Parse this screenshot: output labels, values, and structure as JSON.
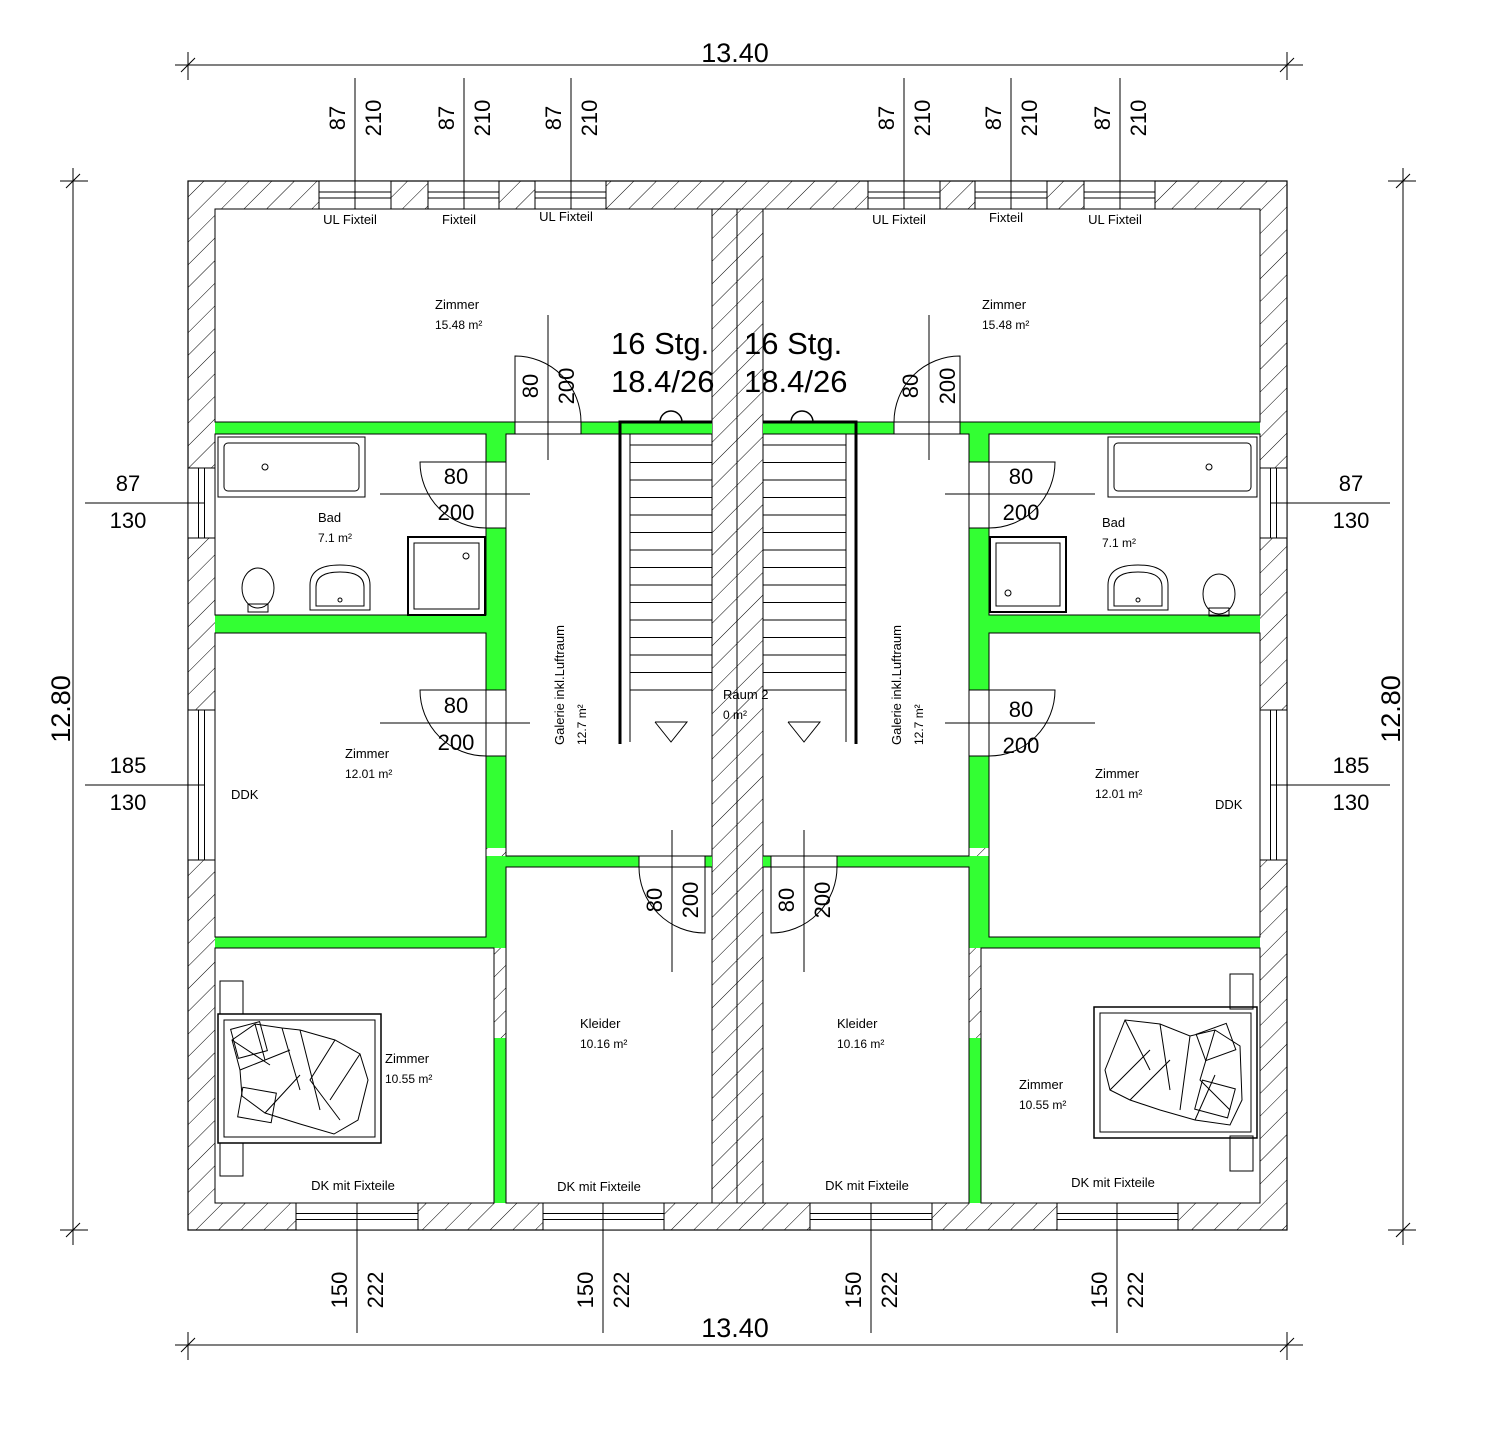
{
  "colors": {
    "wall_hatch": "#000000",
    "interior_wall": "#33ff33",
    "background": "#ffffff"
  },
  "dimensions": {
    "overall_width": "13.40",
    "overall_depth": "12.80"
  },
  "top_windows": [
    {
      "a": "87",
      "b": "210",
      "label": "UL Fixteil"
    },
    {
      "a": "87",
      "b": "210",
      "label": "Fixteil"
    },
    {
      "a": "87",
      "b": "210",
      "label": "UL Fixteil"
    },
    {
      "a": "87",
      "b": "210",
      "label": "UL Fixteil"
    },
    {
      "a": "87",
      "b": "210",
      "label": "Fixteil"
    },
    {
      "a": "87",
      "b": "210",
      "label": "UL Fixteil"
    }
  ],
  "bottom_windows": [
    {
      "a": "150",
      "b": "222",
      "label": "DK mit Fixteile"
    },
    {
      "a": "150",
      "b": "222",
      "label": "DK mit Fixteile"
    },
    {
      "a": "150",
      "b": "222",
      "label": "DK mit Fixteile"
    },
    {
      "a": "150",
      "b": "222",
      "label": "DK mit Fixteile"
    }
  ],
  "side_windows": [
    {
      "a": "87",
      "b": "130"
    },
    {
      "a": "185",
      "b": "130"
    },
    {
      "a": "87",
      "b": "130"
    },
    {
      "a": "185",
      "b": "130"
    }
  ],
  "ddk_label": "DDK",
  "stairs": {
    "steps": "16 Stg.",
    "ratio": "18.4/26"
  },
  "center_room": {
    "name": "Raum 2",
    "area": "0 m²"
  },
  "rooms": {
    "left_top": {
      "name": "Zimmer",
      "area": "15.48 m²"
    },
    "left_bath": {
      "name": "Bad",
      "area": "7.1 m²"
    },
    "left_mid": {
      "name": "Zimmer",
      "area": "12.01 m²"
    },
    "left_gallery": {
      "name": "Galerie inkl.Luftraum",
      "area": "12.7 m²"
    },
    "left_closet": {
      "name": "Kleider",
      "area": "10.16 m²"
    },
    "left_bottom": {
      "name": "Zimmer",
      "area": "10.55 m²"
    },
    "right_top": {
      "name": "Zimmer",
      "area": "15.48 m²"
    },
    "right_bath": {
      "name": "Bad",
      "area": "7.1 m²"
    },
    "right_mid": {
      "name": "Zimmer",
      "area": "12.01 m²"
    },
    "right_gallery": {
      "name": "Galerie inkl.Luftraum",
      "area": "12.7 m²"
    },
    "right_closet": {
      "name": "Kleider",
      "area": "10.16 m²"
    },
    "right_bottom": {
      "name": "Zimmer",
      "area": "10.55 m²"
    }
  },
  "doors": [
    {
      "w": "80",
      "h": "200"
    },
    {
      "w": "80",
      "h": "200"
    },
    {
      "w": "80",
      "h": "200"
    },
    {
      "w": "80",
      "h": "200"
    },
    {
      "w": "80",
      "h": "200"
    },
    {
      "w": "80",
      "h": "200"
    },
    {
      "w": "80",
      "h": "200"
    },
    {
      "w": "80",
      "h": "200"
    }
  ]
}
